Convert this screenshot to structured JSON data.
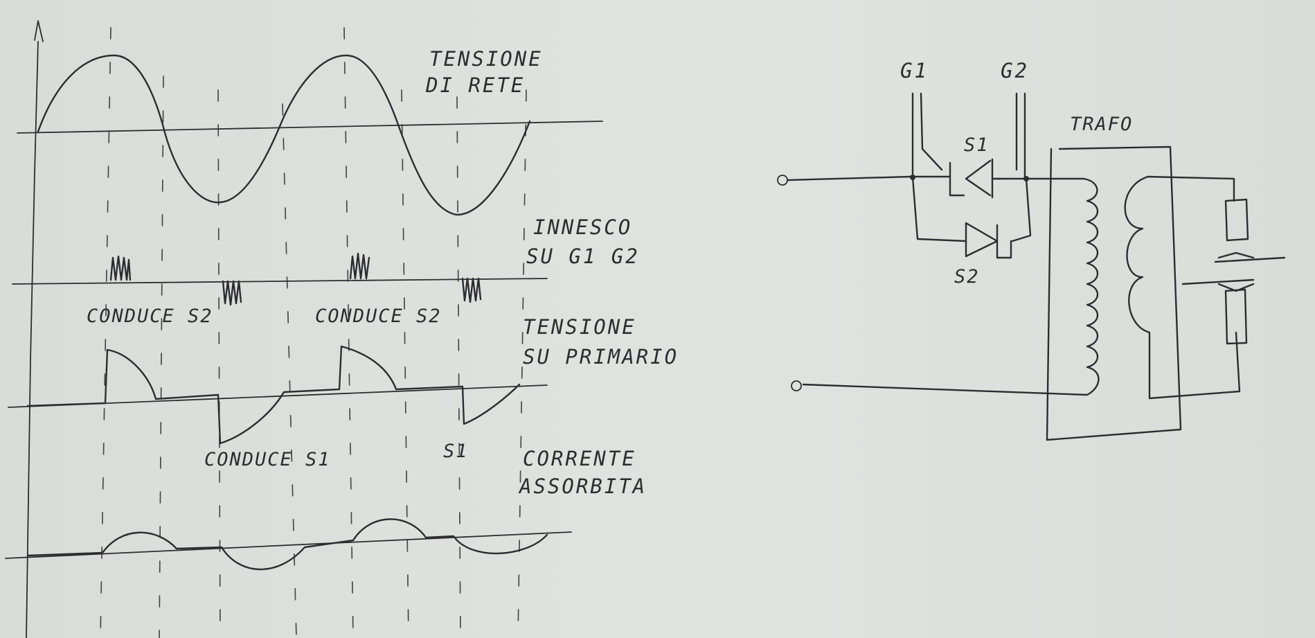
{
  "waveforms": {
    "mains": {
      "label_line1": "TENSIONE",
      "label_line2": "DI RETE"
    },
    "trigger": {
      "label_line1": "INNESCO",
      "label_line2": "SU G1 G2"
    },
    "primary": {
      "label_line1": "TENSIONE",
      "label_line2": "SU PRIMARIO",
      "annotations": [
        "CONDUCE S2",
        "CONDUCE S2",
        "CONDUCE S1",
        "S1"
      ]
    },
    "current": {
      "label_line1": "CORRENTE",
      "label_line2": "ASSORBITA"
    }
  },
  "circuit": {
    "gate1": "G1",
    "gate2": "G2",
    "scr1": "S1",
    "scr2": "S2",
    "transformer": "TRAFO"
  },
  "colors": {
    "paper": "#dcdfdc",
    "ink": "#2b2e30"
  }
}
